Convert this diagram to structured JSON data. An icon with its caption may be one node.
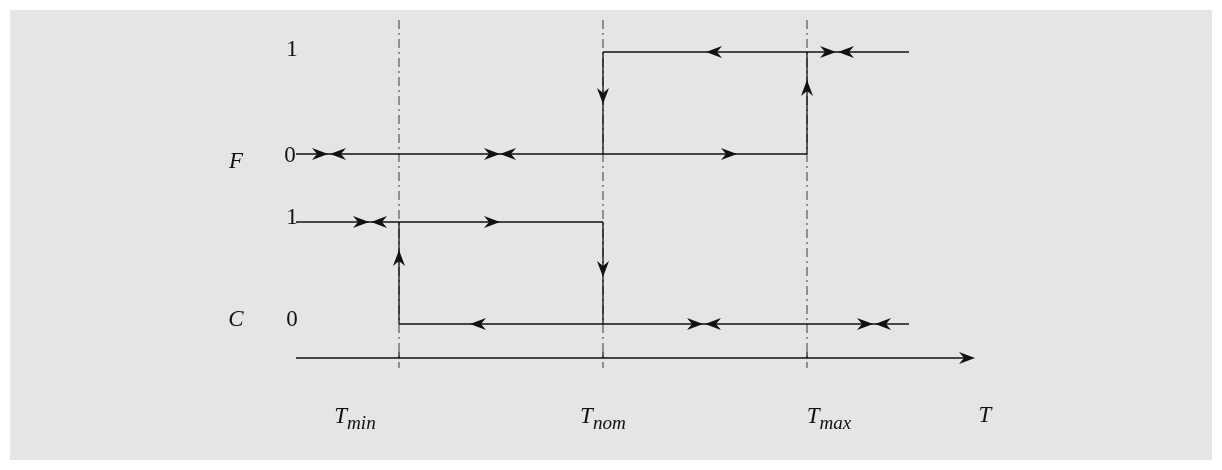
{
  "diagram": {
    "labels": [
      "1",
      "F",
      "0",
      "1",
      "C",
      "0",
      "T$_{min}$",
      "T$_{nom}$",
      "T$_{max}$",
      "T"
    ]
  }
}
